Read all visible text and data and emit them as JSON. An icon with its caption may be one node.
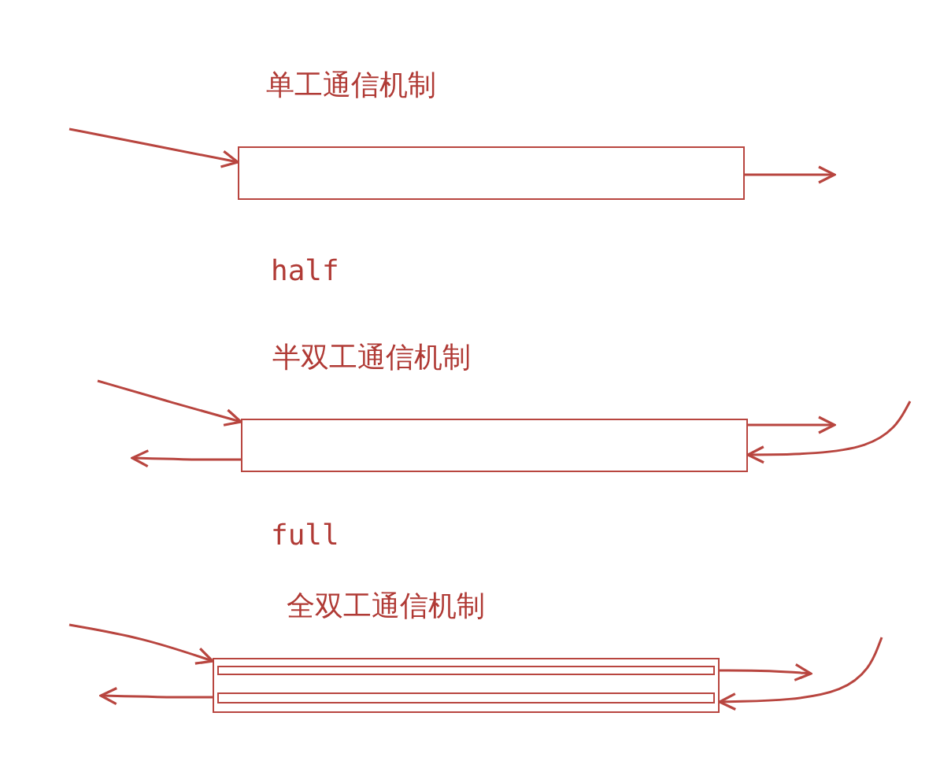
{
  "diagram": {
    "nodes": [
      {
        "text": [
          "单工通信机制"
        ]
      },
      {
        "text": [
          "半双工通信机制"
        ]
      },
      {
        "text": [
          "全双工通信机制"
        ]
      },
      {
        "text": [],
        "shape": "bar",
        "in": 2
      },
      {
        "text": [],
        "shape": "bar",
        "in": 2
      }
    ],
    "edges": [
      {
        "from": null,
        "to": 0,
        "arrow": "to"
      },
      {
        "from": 0,
        "to": null,
        "arrow": "to"
      },
      {
        "from": null,
        "to": 1,
        "arrow": "to"
      },
      {
        "from": 1,
        "to": null,
        "arrow": "to"
      },
      {
        "from": 1,
        "to": null,
        "arrow": "to"
      },
      {
        "from": null,
        "to": 1,
        "arrow": "to"
      },
      {
        "from": null,
        "to": 2,
        "arrow": "to"
      },
      {
        "from": 2,
        "to": null,
        "arrow": "to"
      },
      {
        "from": 2,
        "to": null,
        "arrow": "to"
      },
      {
        "from": null,
        "to": 2,
        "arrow": "to"
      }
    ],
    "labels": [
      "half",
      "full"
    ]
  }
}
